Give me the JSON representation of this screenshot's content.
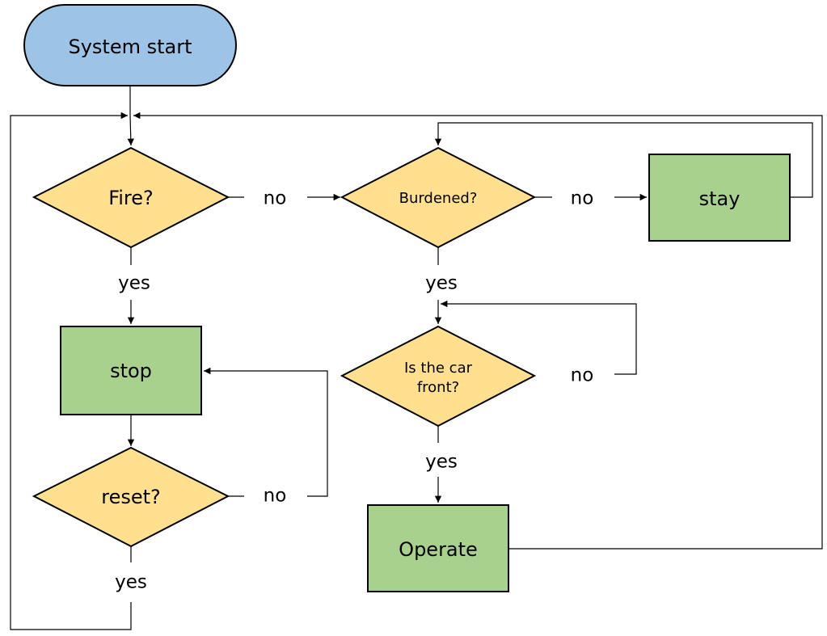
{
  "nodes": {
    "start": {
      "label": "System start",
      "fill": "#9DC3E6"
    },
    "fire": {
      "label": "Fire?",
      "fill": "#FFE08F"
    },
    "burdened": {
      "label": "Burdened?",
      "fill": "#FFE08F"
    },
    "stay": {
      "label": "stay",
      "fill": "#A9D18E"
    },
    "stop": {
      "label": "stop",
      "fill": "#A9D18E"
    },
    "car_front": {
      "label_lines": [
        "Is the car",
        "front?"
      ],
      "fill": "#FFE08F"
    },
    "reset": {
      "label": "reset?",
      "fill": "#FFE08F"
    },
    "operate": {
      "label": "Operate",
      "fill": "#A9D18E"
    }
  },
  "edge_labels": {
    "fire_no": "no",
    "fire_yes": "yes",
    "burdened_no": "no",
    "burdened_yes": "yes",
    "car_no": "no",
    "car_yes": "yes",
    "reset_no": "no",
    "reset_yes": "yes"
  }
}
